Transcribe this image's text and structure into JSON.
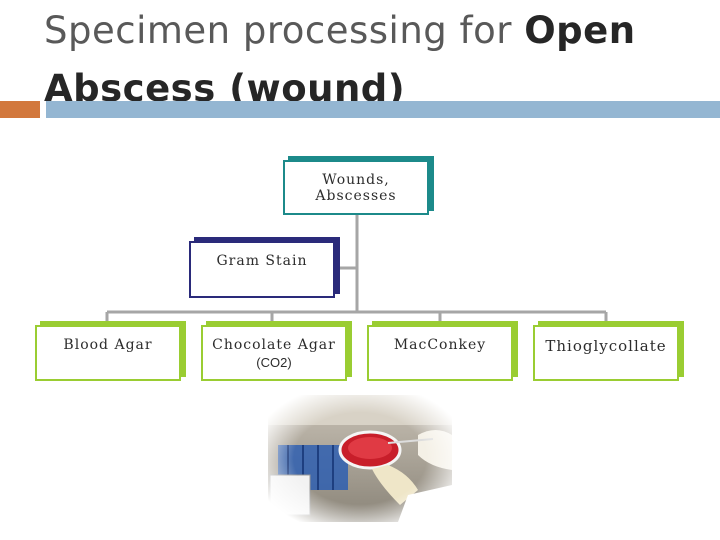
{
  "title": {
    "prefix": "Specimen processing for ",
    "bold_line1": "Open",
    "bold_line2": "Abscess (wound)"
  },
  "flowchart": {
    "root": "Wounds, Abscesses",
    "stain": "Gram Stain",
    "media": [
      {
        "label": "Blood Agar",
        "note": ""
      },
      {
        "label": "Chocolate Agar",
        "note": "(CO2)"
      },
      {
        "label": "MacConkey",
        "note": ""
      },
      {
        "label": "Thioglycollate",
        "note": ""
      }
    ]
  },
  "colors": {
    "accent_orange": "#d2783d",
    "accent_blue": "#94b6d2",
    "root_border": "#1c8a8a",
    "stain_border": "#2a2a7a",
    "media_border": "#9acd32",
    "connector": "#a6a6a6"
  }
}
